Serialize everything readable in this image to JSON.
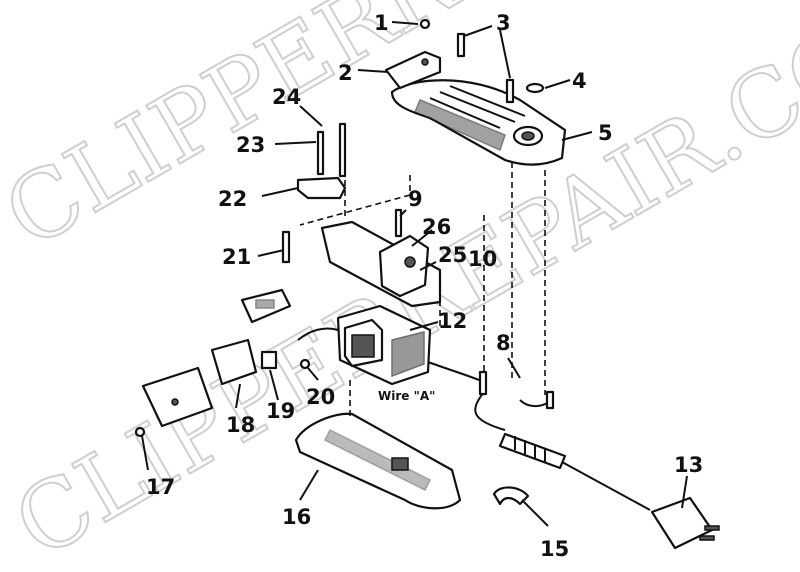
{
  "watermark": {
    "line1": "CLIPPERREPAIR.COM",
    "line2": "CLIPPERREPAIR.COM"
  },
  "wire_label": "Wire \"A\"",
  "callouts": [
    "1",
    "2",
    "3",
    "4",
    "5",
    "8",
    "9",
    "10",
    "12",
    "13",
    "15",
    "16",
    "17",
    "18",
    "19",
    "20",
    "21",
    "22",
    "23",
    "24",
    "25",
    "26"
  ]
}
